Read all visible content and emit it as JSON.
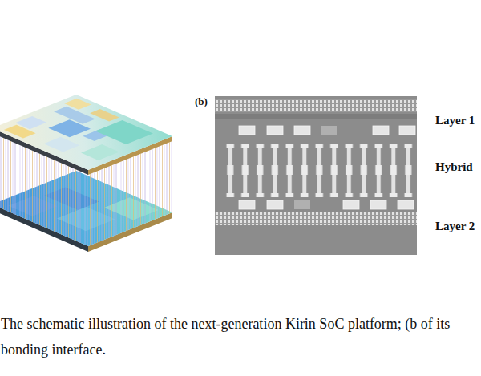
{
  "diagram": {
    "caption": "The schematic illustration of the next-generation Kirin SoC platform; (b of its bonding interface.",
    "labels": [
      "(b)",
      "Layer 1",
      "Hybrid",
      "Layer 2"
    ]
  }
}
